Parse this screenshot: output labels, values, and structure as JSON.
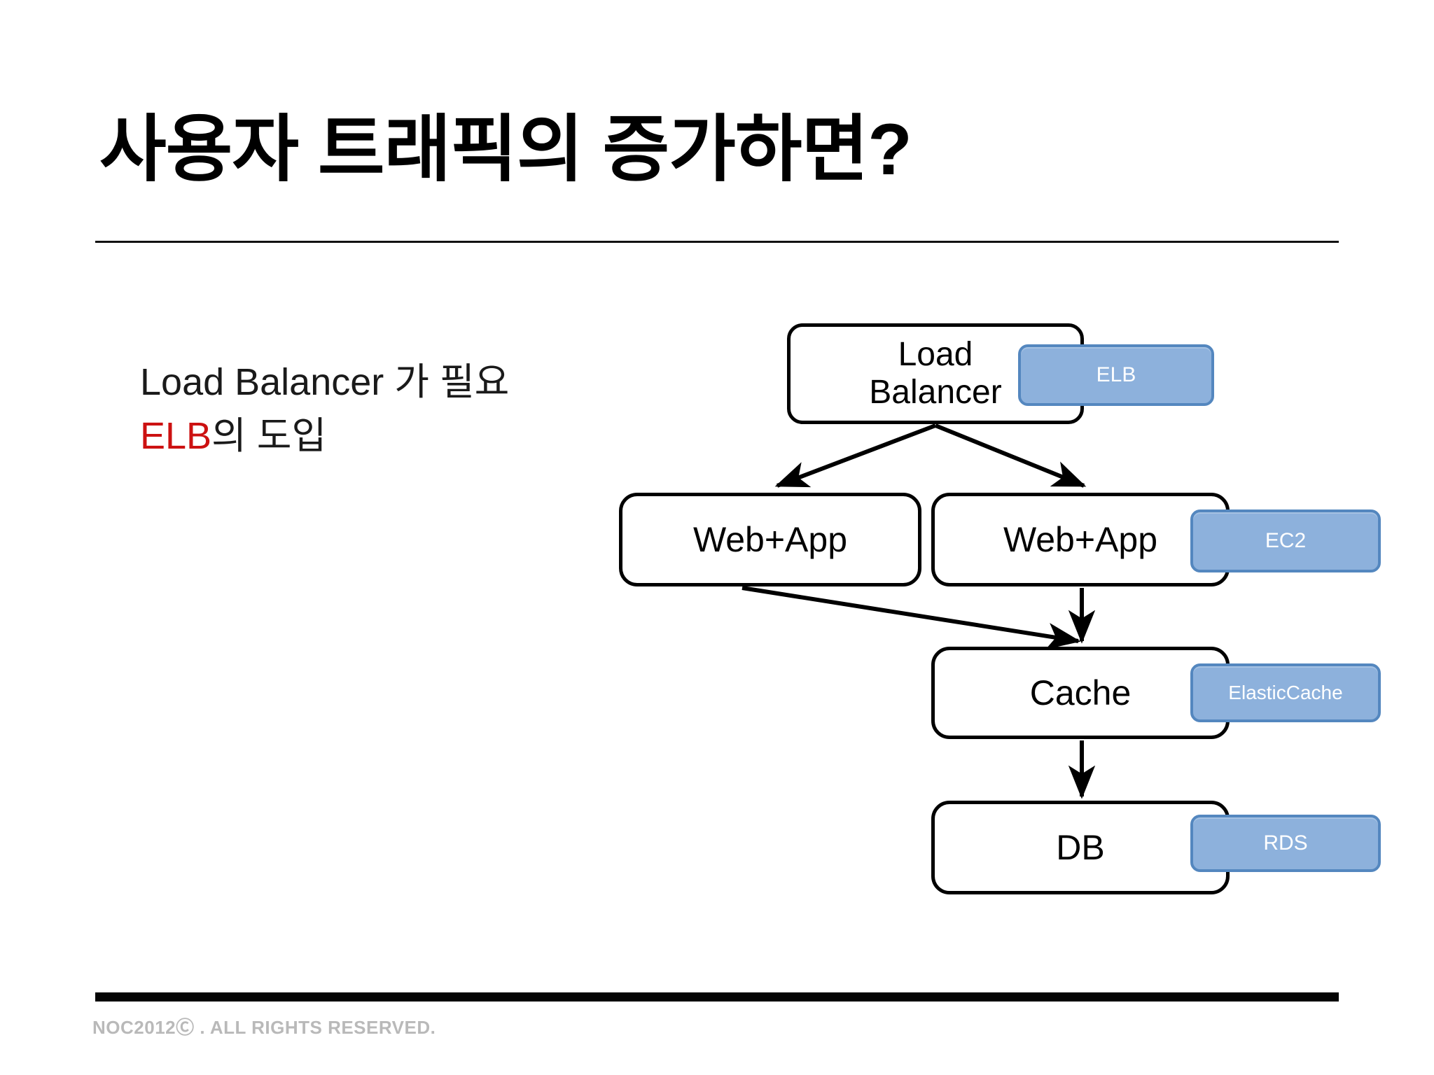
{
  "slide": {
    "title": "사용자 트래픽의 증가하면?",
    "body_lines": [
      {
        "text": "Load Balancer 가 필요",
        "accent": ""
      },
      {
        "text": "의 도입",
        "accent": "ELB"
      }
    ],
    "footer": "NOC2012Ⓒ . ALL RIGHTS RESERVED."
  },
  "colors": {
    "accent_red": "#CC1111",
    "badge_fill": "#8DB1DC",
    "badge_border": "#5487BF",
    "node_border": "#000000",
    "rule": "#111111",
    "footer_text": "#B9B9B9"
  },
  "diagram": {
    "type": "flowchart",
    "nodes": [
      {
        "id": "lb",
        "label": "Load\nBalancer",
        "label_line1": "Load",
        "label_line2": "Balancer"
      },
      {
        "id": "web1",
        "label": "Web+App"
      },
      {
        "id": "web2",
        "label": "Web+App"
      },
      {
        "id": "cache",
        "label": "Cache"
      },
      {
        "id": "db",
        "label": "DB"
      }
    ],
    "badges": [
      {
        "id": "elb",
        "label": "ELB",
        "attached_to": "lb"
      },
      {
        "id": "ec2",
        "label": "EC2",
        "attached_to": "web2"
      },
      {
        "id": "elasticcache",
        "label": "ElasticCache",
        "attached_to": "cache"
      },
      {
        "id": "rds",
        "label": "RDS",
        "attached_to": "db"
      }
    ],
    "edges": [
      {
        "from": "lb",
        "to": "web1",
        "style": "arrow"
      },
      {
        "from": "lb",
        "to": "web2",
        "style": "arrow"
      },
      {
        "from": "web1",
        "to": "cache",
        "style": "arrow"
      },
      {
        "from": "web2",
        "to": "cache",
        "style": "arrow"
      },
      {
        "from": "cache",
        "to": "db",
        "style": "arrow"
      }
    ]
  }
}
